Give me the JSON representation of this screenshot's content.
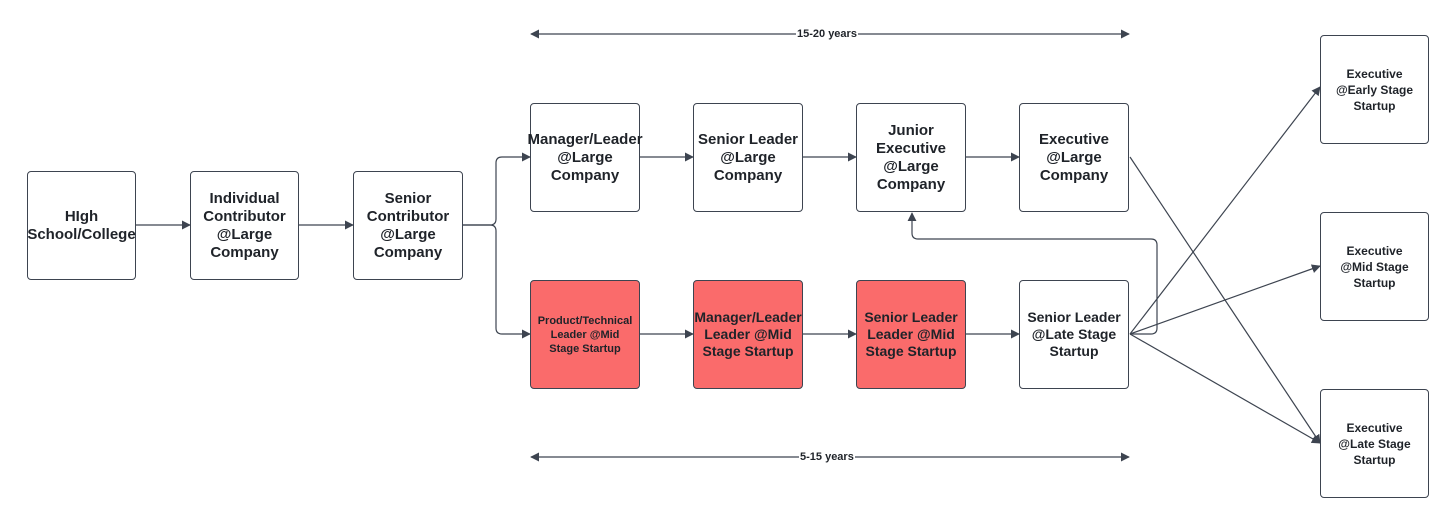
{
  "colors": {
    "line": "#3d4450",
    "highlight": "#fa6b6b",
    "text": "#1f2329"
  },
  "spans": {
    "top": "15-20 years",
    "bottom": "5-15 years"
  },
  "nodes": {
    "school": "HIgh\nSchool/College",
    "ic_large": "Individual\nContributor\n@Large\nCompany",
    "senior_contrib_large": "Senior\nContributor\n@Large\nCompany",
    "manager_large": "Manager/Leader\n@Large\nCompany",
    "senior_leader_large": "Senior Leader\n@Large\nCompany",
    "junior_exec_large": "Junior\nExecutive\n@Large\nCompany",
    "exec_large": "Executive\n@Large\nCompany",
    "product_mid": "Product/Technical\nLeader @Mid\nStage Startup",
    "manager_mid": "Manager/Leader\nLeader @Mid\nStage Startup",
    "senior_leader_mid": "Senior Leader\nLeader @Mid\nStage Startup",
    "senior_leader_late": "Senior Leader\n@Late Stage\nStartup",
    "exec_early": "Executive\n@Early Stage\nStartup",
    "exec_mid": "Executive\n@Mid Stage\nStartup",
    "exec_late": "Executive\n@Late Stage\nStartup"
  }
}
